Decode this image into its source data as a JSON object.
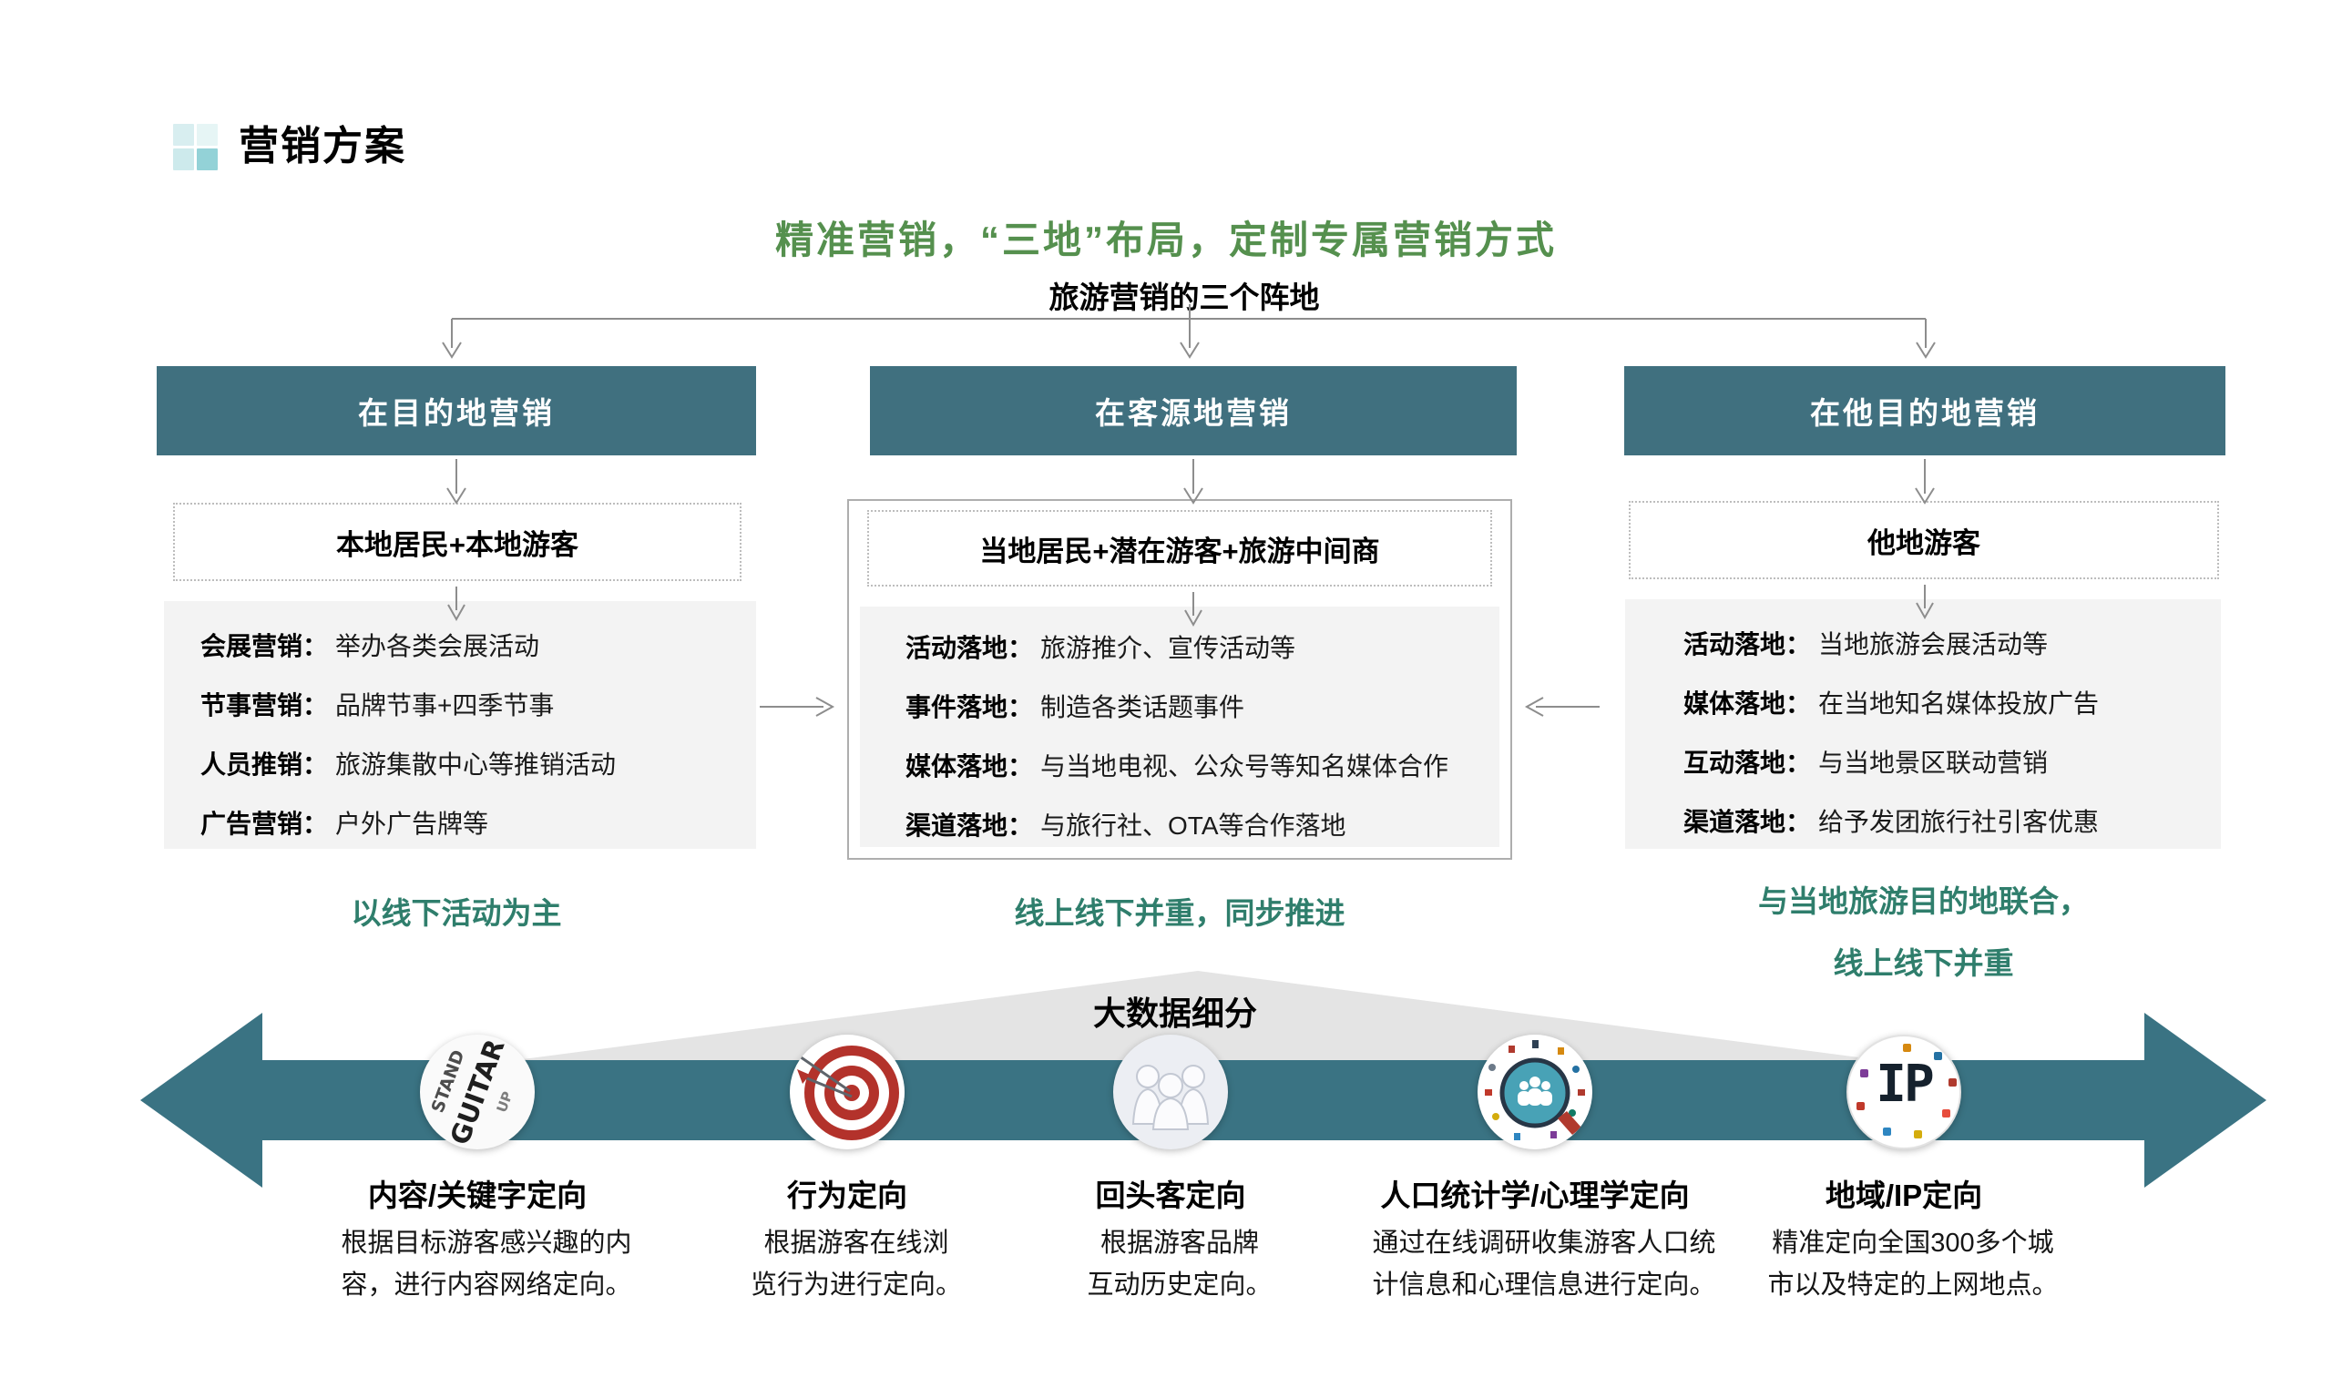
{
  "slide": {
    "title": "营销方案",
    "heading": "精准营销，“三地”布局，定制专属营销方式",
    "subheading": "旅游营销的三个阵地",
    "colors": {
      "header_bar_teal": "#40707f",
      "big_arrow_teal": "#3a7383",
      "heading_green": "#55904e",
      "caption_green": "#2f7e6c",
      "panel_gray": "#f3f3f3"
    }
  },
  "columns": [
    {
      "bar": "在目的地营销",
      "audience": "本地居民+本地游客",
      "items": [
        {
          "label": "会展营销：",
          "text": "举办各类会展活动"
        },
        {
          "label": "节事营销：",
          "text": "品牌节事+四季节事"
        },
        {
          "label": "人员推销：",
          "text": "旅游集散中心等推销活动"
        },
        {
          "label": "广告营销：",
          "text": "户外广告牌等"
        }
      ],
      "caption": "以线下活动为主"
    },
    {
      "bar": "在客源地营销",
      "audience": "当地居民+潜在游客+旅游中间商",
      "items": [
        {
          "label": "活动落地：",
          "text": "旅游推介、宣传活动等"
        },
        {
          "label": "事件落地：",
          "text": "制造各类话题事件"
        },
        {
          "label": "媒体落地：",
          "text": "与当地电视、公众号等知名媒体合作"
        },
        {
          "label": "渠道落地：",
          "text": "与旅行社、OTA等合作落地"
        }
      ],
      "caption": "线上线下并重，同步推进"
    },
    {
      "bar": "在他目的地营销",
      "audience": "他地游客",
      "items": [
        {
          "label": "活动落地：",
          "text": "当地旅游会展活动等"
        },
        {
          "label": "媒体落地：",
          "text": "在当地知名媒体投放广告"
        },
        {
          "label": "互动落地：",
          "text": "与当地景区联动营销"
        },
        {
          "label": "渠道落地：",
          "text": "给予发团旅行社引客优惠"
        }
      ],
      "caption": "与当地旅游目的地联合，\n线上线下并重"
    }
  ],
  "bigdata": {
    "title": "大数据细分",
    "targets": [
      {
        "icon": "wordcloud-guitar-icon",
        "words": [
          "GUITAR",
          "STAND",
          "UP"
        ],
        "label": "内容/关键字定向",
        "desc": "根据目标游客感兴趣的内\n容，进行内容网络定向。"
      },
      {
        "icon": "dartboard-icon",
        "label": "行为定向",
        "desc": "根据游客在线浏\n览行为进行定向。"
      },
      {
        "icon": "people-group-icon",
        "label": "回头客定向",
        "desc": "根据游客品牌\n互动历史定向。"
      },
      {
        "icon": "magnifier-demographics-icon",
        "label": "人口统计学/心理学定向",
        "desc": "通过在线调研收集游客人口统\n计信息和心理信息进行定向。"
      },
      {
        "icon": "ip-icon",
        "ip_text": "IP",
        "label": "地域/IP定向",
        "desc": "精准定向全国300多个城\n市以及特定的上网地点。"
      }
    ]
  }
}
